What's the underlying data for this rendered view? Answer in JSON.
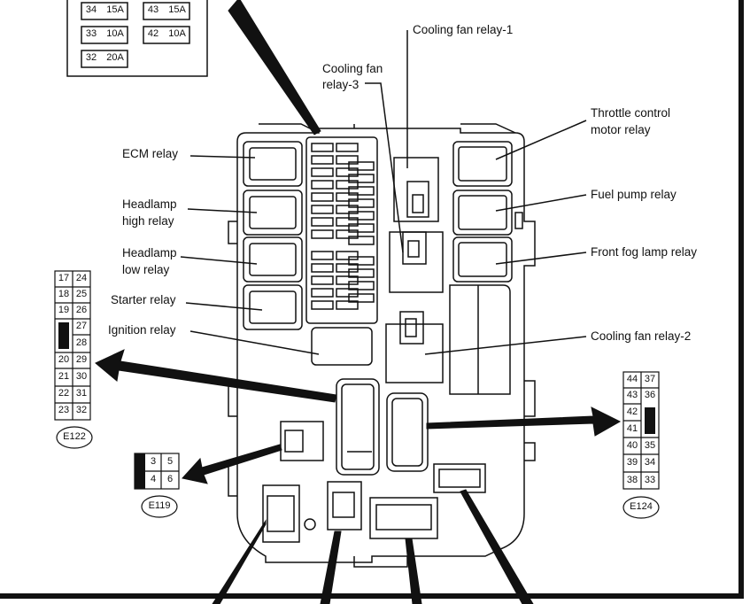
{
  "fuse_table": [
    [
      "34",
      "15A",
      "43",
      "15A"
    ],
    [
      "33",
      "10A",
      "42",
      "10A"
    ],
    [
      "32",
      "20A",
      "",
      ""
    ]
  ],
  "labels": {
    "cooling_fan_relay_1": "Cooling fan relay-1",
    "cooling_fan_relay_3_a": "Cooling fan",
    "cooling_fan_relay_3_b": "relay-3",
    "throttle_a": "Throttle control",
    "throttle_b": "motor relay",
    "ecm": "ECM relay",
    "headlamp_high_a": "Headlamp",
    "headlamp_high_b": "high relay",
    "fuel_pump": "Fuel pump relay",
    "headlamp_low_a": "Headlamp",
    "headlamp_low_b": "low relay",
    "front_fog": "Front fog lamp relay",
    "starter": "Starter relay",
    "ignition": "Ignition relay",
    "cooling_fan_relay_2": "Cooling fan relay-2"
  },
  "connectors": {
    "e122": {
      "id": "E122",
      "rows": [
        [
          "17",
          "24"
        ],
        [
          "18",
          "25"
        ],
        [
          "19",
          "26"
        ],
        [
          "",
          "27"
        ],
        [
          "",
          "28"
        ],
        [
          "20",
          "29"
        ],
        [
          "21",
          "30"
        ],
        [
          "22",
          "31"
        ],
        [
          "23",
          "32"
        ]
      ]
    },
    "e119": {
      "id": "E119",
      "rows": [
        [
          "3",
          "5"
        ],
        [
          "4",
          "6"
        ]
      ]
    },
    "e124": {
      "id": "E124",
      "rows": [
        [
          "44",
          "37"
        ],
        [
          "43",
          "36"
        ],
        [
          "",
          "42"
        ],
        [
          "",
          "41"
        ],
        [
          "40",
          "35"
        ],
        [
          "39",
          "34"
        ],
        [
          "38",
          "33"
        ]
      ]
    }
  }
}
